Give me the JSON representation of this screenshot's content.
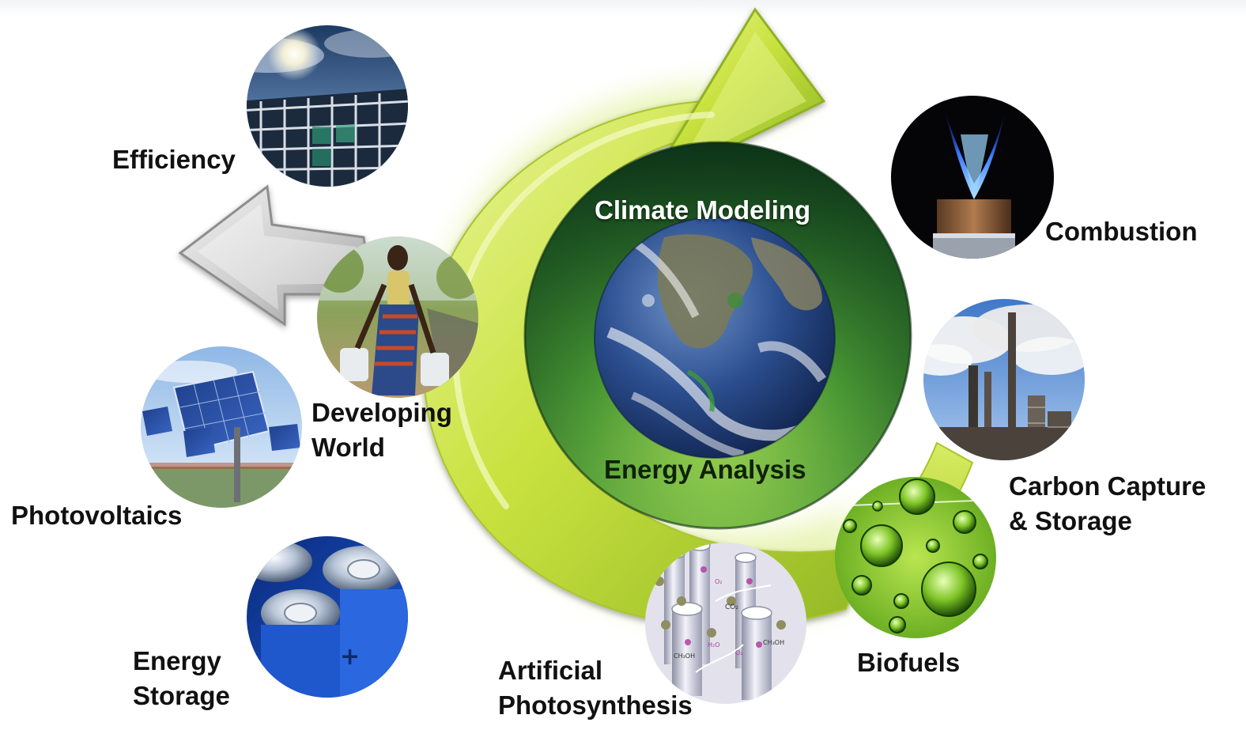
{
  "center": {
    "title": "Climate Modeling",
    "subtitle": "Energy Analysis",
    "image": "earth-globe"
  },
  "items": {
    "efficiency": {
      "label": "Efficiency",
      "image": "glass-building-sun-photo"
    },
    "combustion": {
      "label": "Combustion",
      "image": "blue-gas-flame-photo"
    },
    "developing_world": {
      "label": "Developing\nWorld",
      "image": "woman-carrying-water-photo"
    },
    "carbon_capture": {
      "label": "Carbon Capture\n& Storage",
      "image": "smokestacks-refinery-photo"
    },
    "photovoltaics": {
      "label": "Photovoltaics",
      "image": "solar-panel-array-photo"
    },
    "biofuels": {
      "label": "Biofuels",
      "image": "green-algae-bubbles-photo"
    },
    "energy_storage": {
      "label": "Energy\nStorage",
      "image": "batteries-photo"
    },
    "artificial_photosynthesis": {
      "label": "Artificial\nPhotosynthesis",
      "image": "molecular-tubes-diagram"
    }
  },
  "colors": {
    "cycle_arrow": "#c6e03a",
    "cycle_arrow_light": "#e9f49a",
    "cycle_arrow_dark": "#8fb223",
    "gray_arrow": "#c9c9c9",
    "center_green_dark": "#0e3a1c",
    "center_green_light": "#9fd84b"
  },
  "molecule_labels": {
    "co2": "CO₂",
    "ch3oh_1": "CH₃OH",
    "ch3oh_2": "CH₃OH",
    "h2o": "H₂O",
    "o2_1": "O₂",
    "o2_2": "O₂"
  }
}
